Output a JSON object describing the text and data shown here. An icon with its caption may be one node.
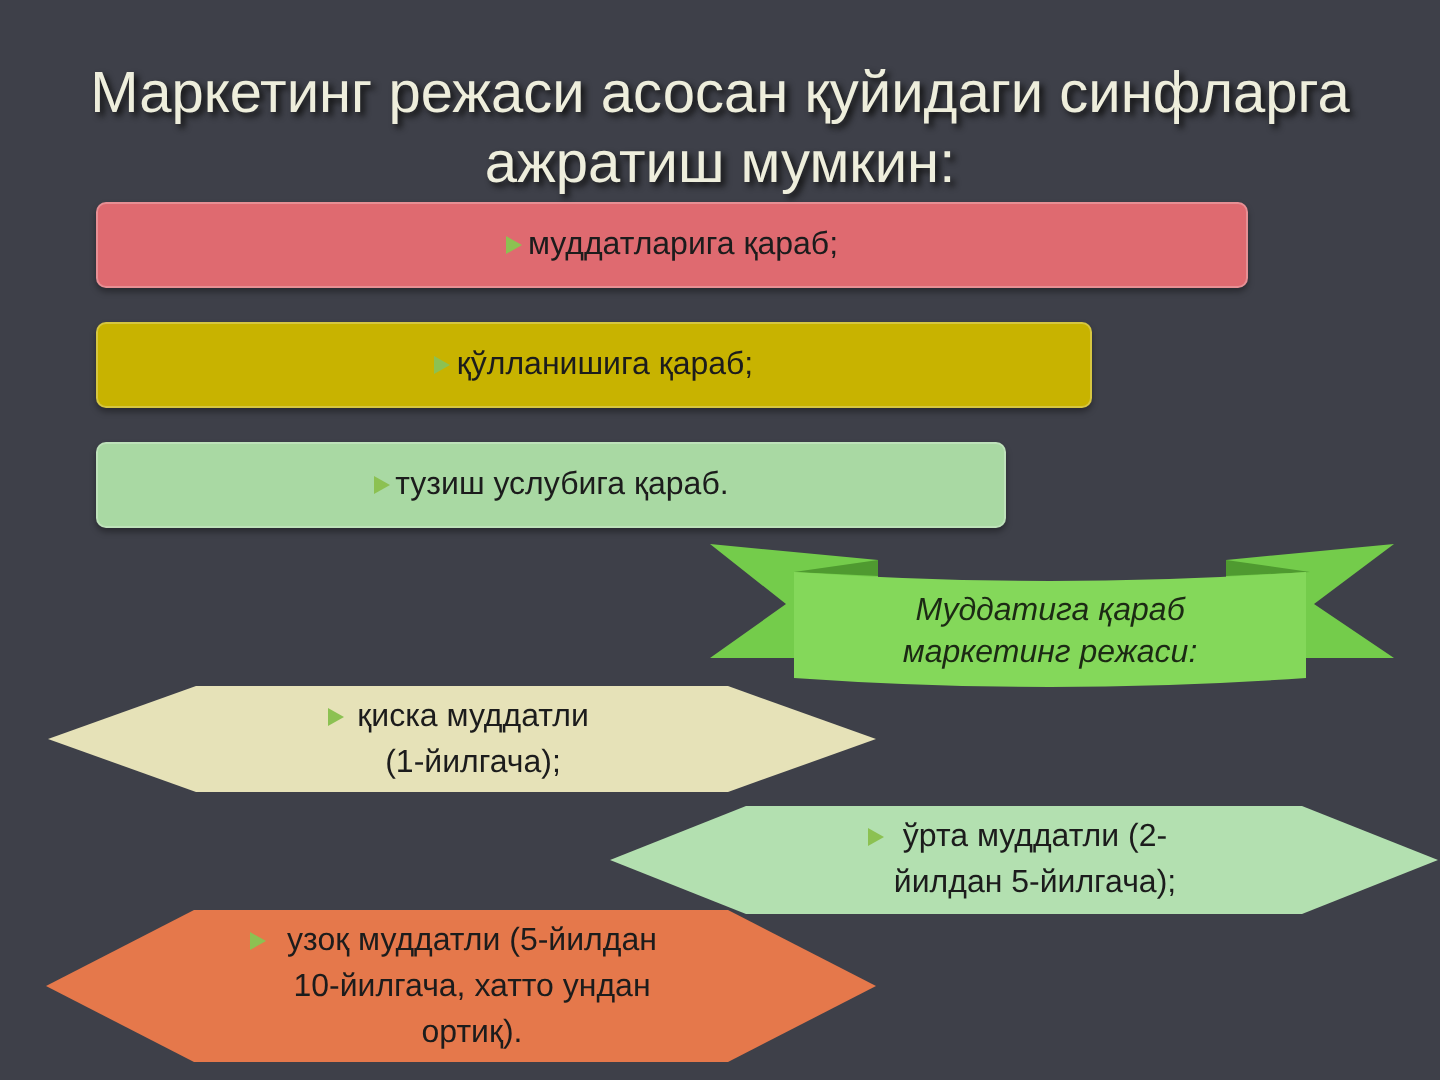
{
  "diagram": {
    "title": "Маркетинг режаси асосан қуйидаги синфларга ажратиш мумкин:",
    "nodes": [
      {
        "text": [
          "муддатларига қараб;"
        ]
      },
      {
        "text": [
          "қўлланишига қараб;"
        ]
      },
      {
        "text": [
          "тузиш услубига қараб."
        ]
      },
      {
        "text": [
          "Муддатига қараб маркетинг режаси:"
        ]
      },
      {
        "text": [
          "қиска муддатли (1-йилгача);"
        ]
      },
      {
        "text": [
          "ўрта муддатли (2-йилдан 5-йилгача);"
        ]
      },
      {
        "text": [
          "узоқ муддатли (5-йилдан 10-йилгача, хатто ундан ортиқ)."
        ]
      }
    ]
  }
}
